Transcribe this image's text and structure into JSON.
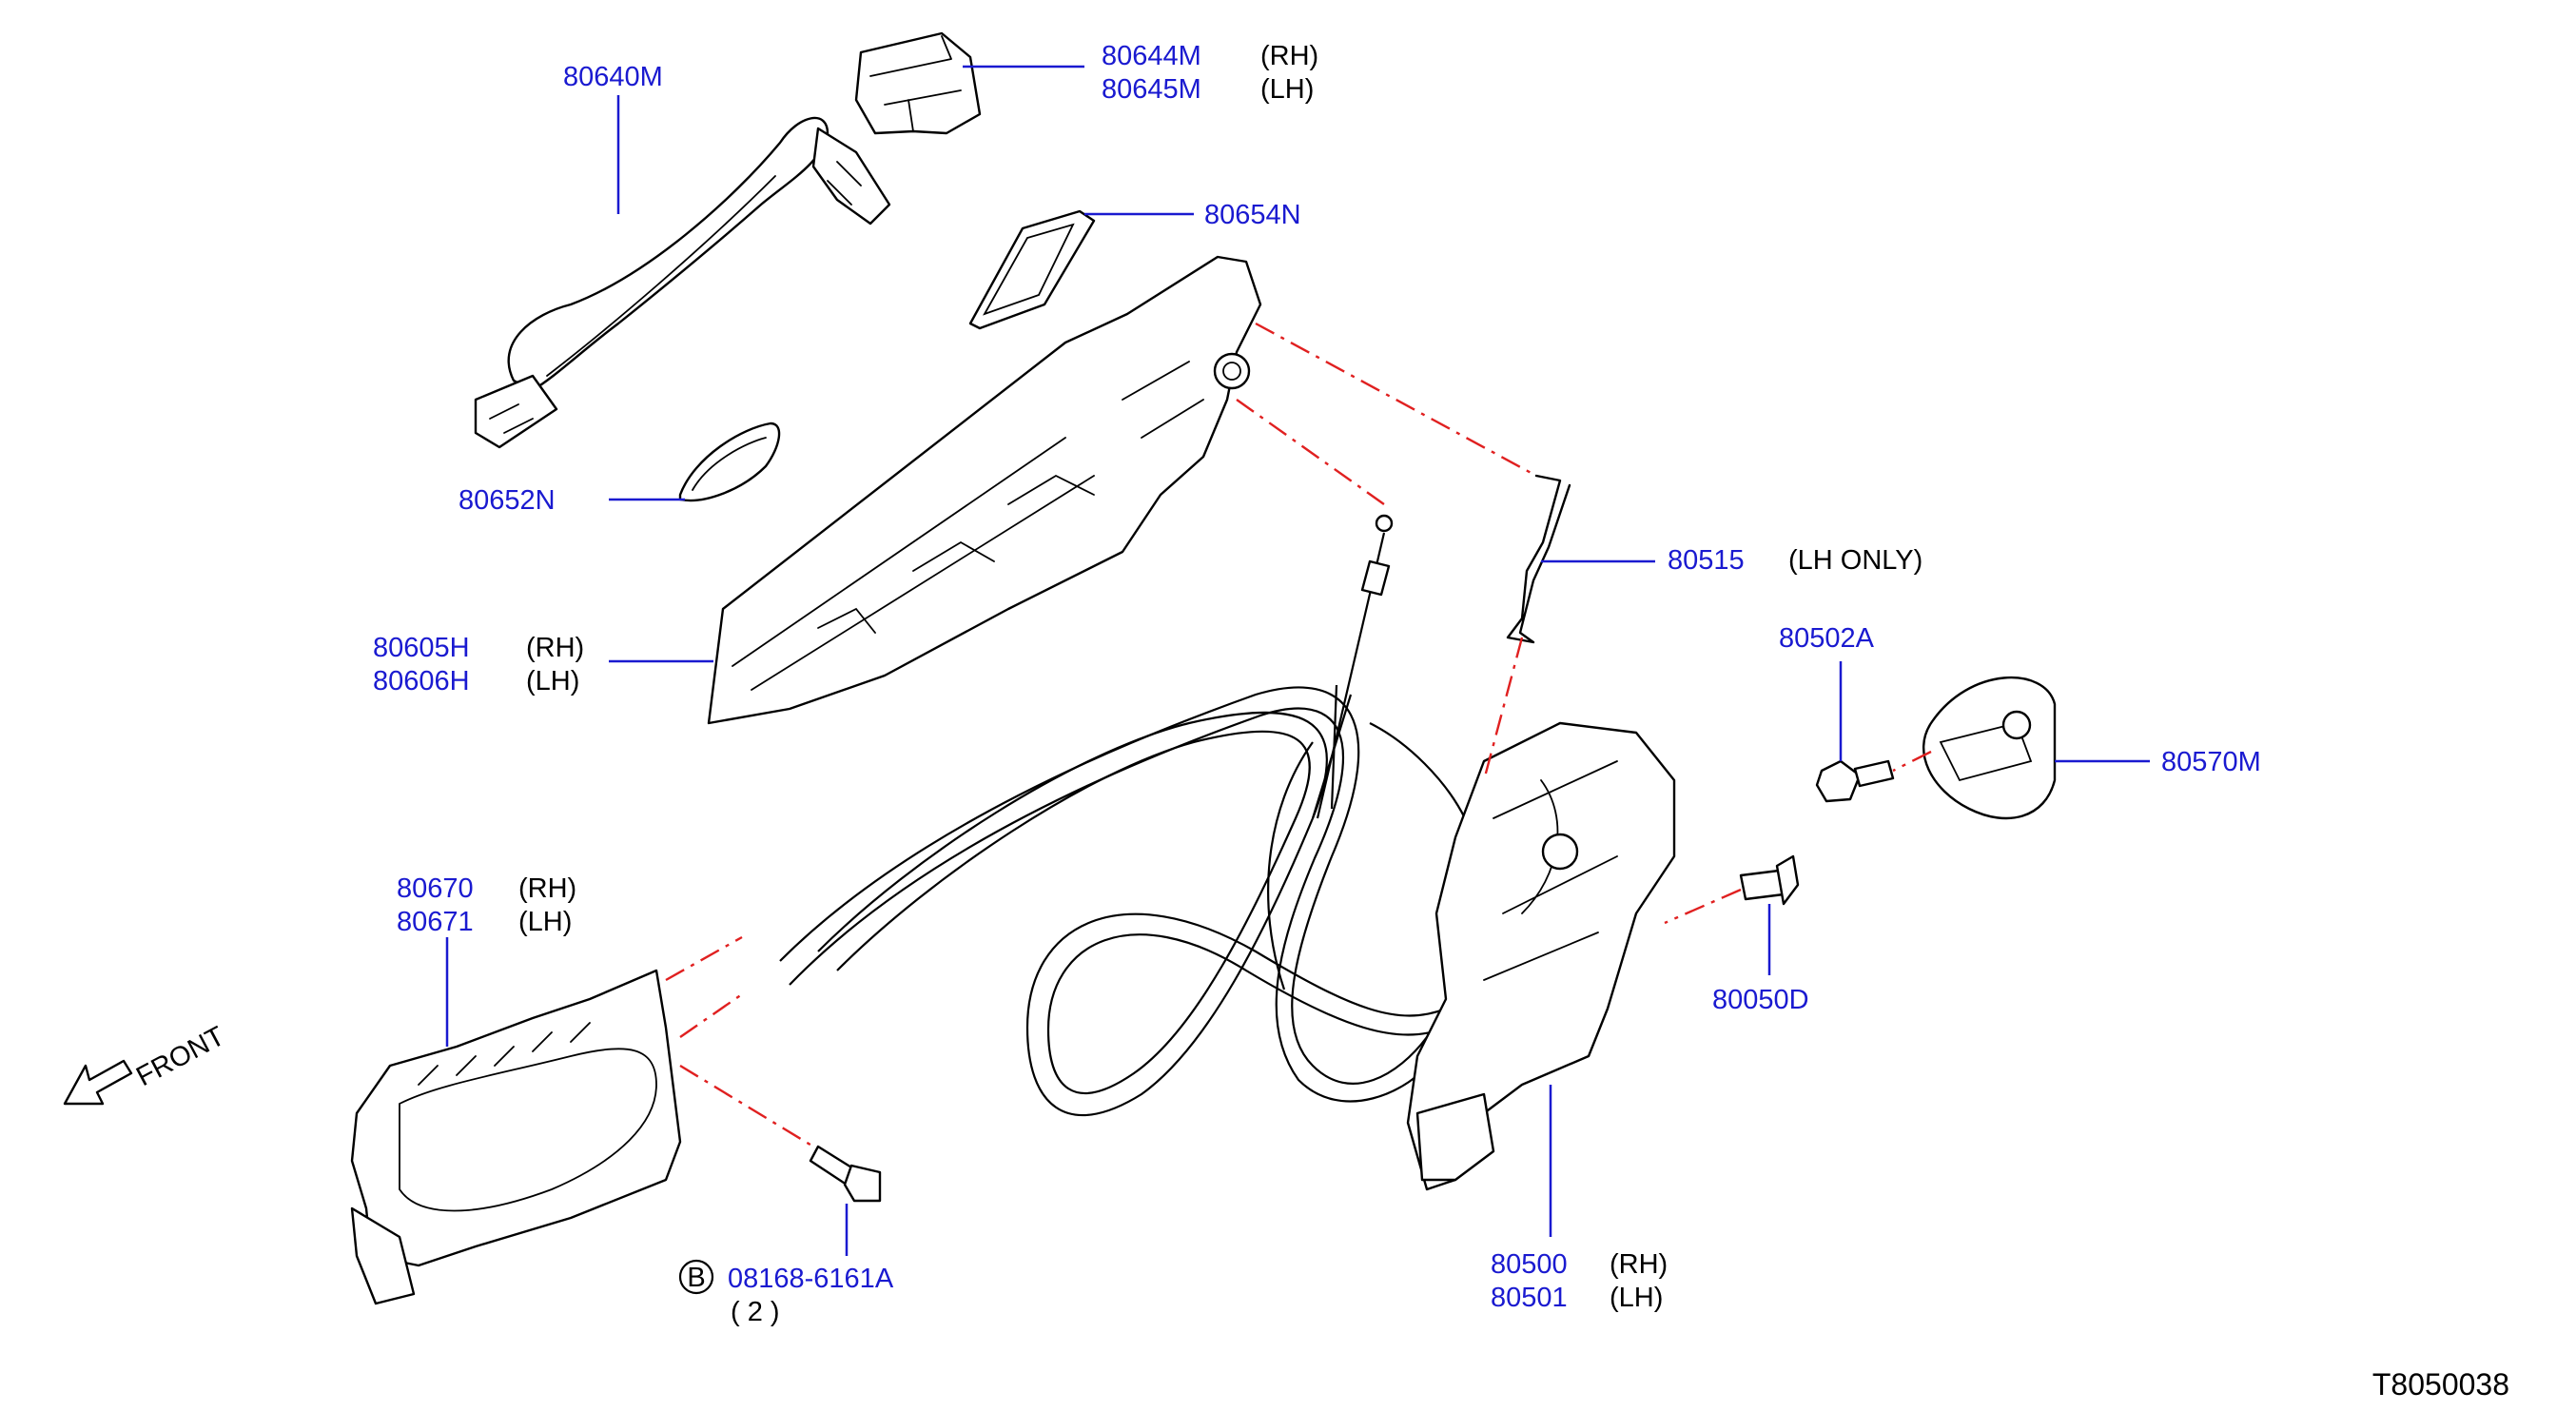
{
  "diagram_id": "T8050038",
  "front_label": "FRONT",
  "callouts": {
    "outside_handle_grip": "80640M",
    "handle_cover_rh_part": "80644M",
    "handle_cover_rh_side": "(RH)",
    "handle_cover_lh_part": "80645M",
    "handle_cover_lh_side": "(LH)",
    "gasket_rear": "80654N",
    "gasket_front": "80652N",
    "handle_bracket_rh_part": "80605H",
    "handle_bracket_rh_side": "(RH)",
    "handle_bracket_lh_part": "80606H",
    "handle_bracket_lh_side": "(LH)",
    "rod": "80515",
    "rod_note": "(LH   ONLY)",
    "striker_screw": "80502A",
    "striker": "80570M",
    "inside_handle_rh_part": "80670",
    "inside_handle_rh_side": "(RH)",
    "inside_handle_lh_part": "80671",
    "inside_handle_lh_side": "(LH)",
    "lock_screw": "80050D",
    "bolt_marker": "B",
    "bolt_part": "08168-6161A",
    "bolt_qty": "(   2   )",
    "lock_rh_part": "80500",
    "lock_rh_side": "(RH)",
    "lock_lh_part": "80501",
    "lock_lh_side": "(LH)"
  },
  "colors": {
    "callout_text": "#1a1ad0",
    "centerline": "#e02020",
    "linework": "#000000"
  }
}
